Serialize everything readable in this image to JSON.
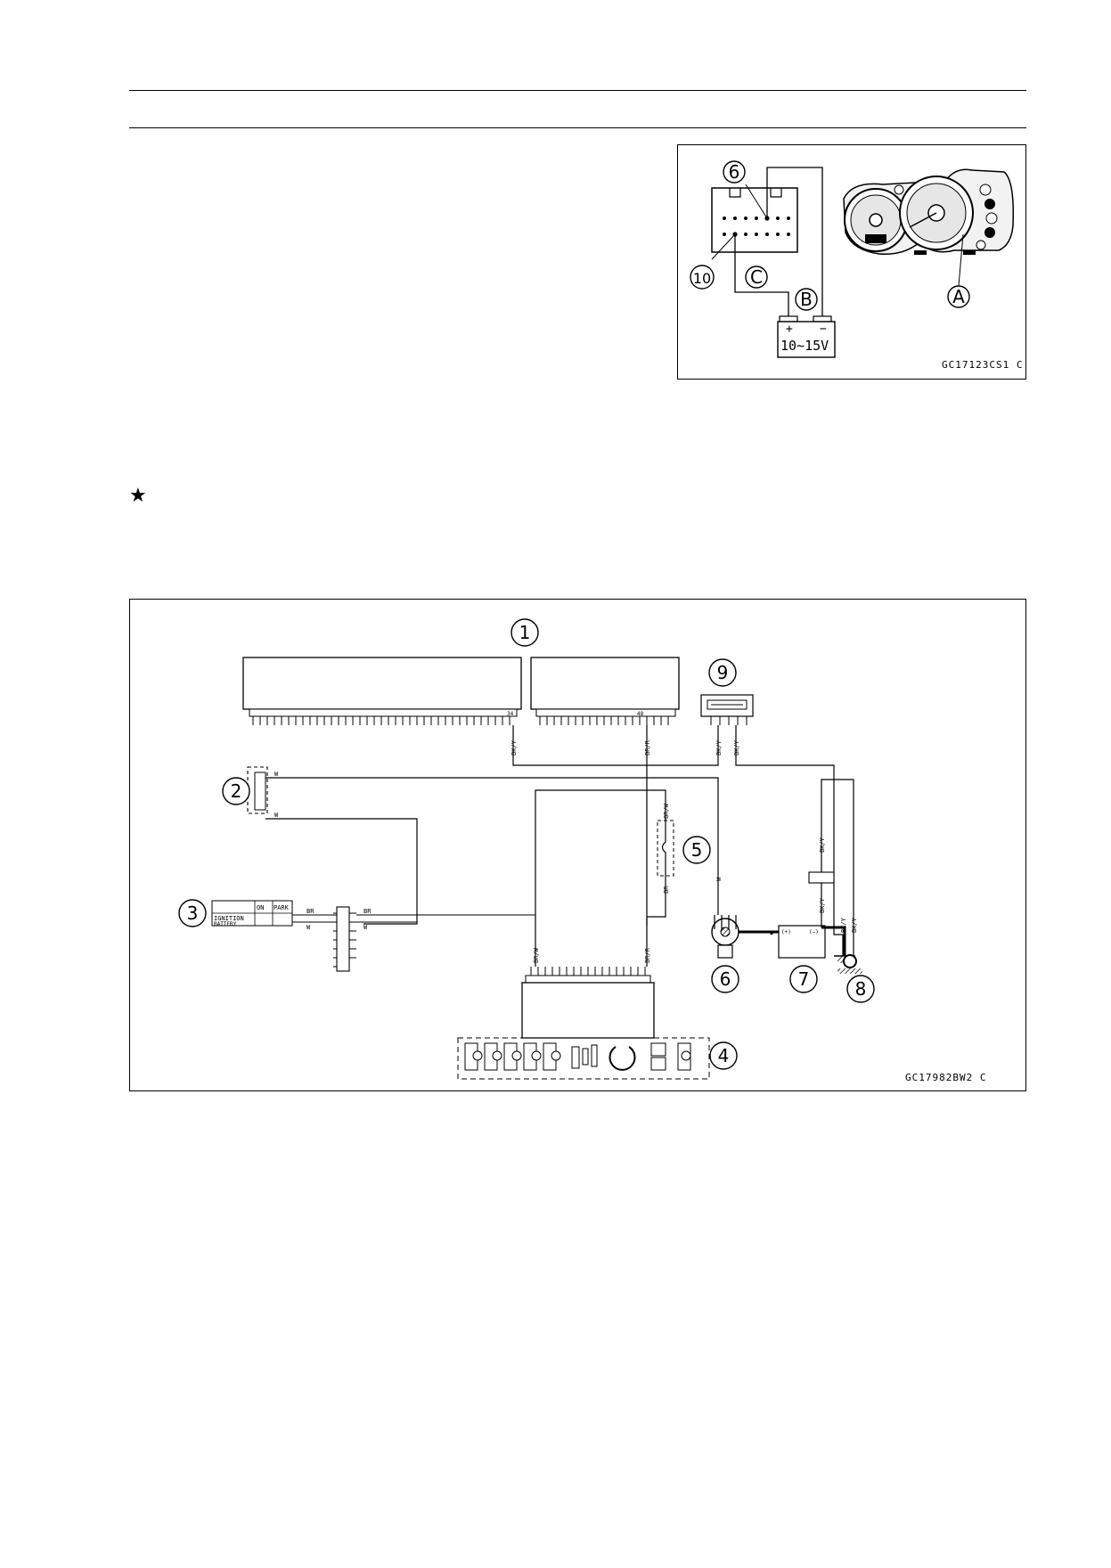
{
  "star_bullet": "★",
  "figure1": {
    "labels": {
      "pin6": "6",
      "pin10": "10",
      "A": "A",
      "B": "B",
      "C": "C"
    },
    "battery": {
      "plus": "+",
      "minus": "−",
      "voltage": "10~15V"
    },
    "code": "GC17123CS1 C"
  },
  "figure2": {
    "callouts": [
      "1",
      "2",
      "3",
      "4",
      "5",
      "6",
      "7",
      "8",
      "9"
    ],
    "pin_numbers": {
      "left": "34",
      "right": "48"
    },
    "switch": {
      "on": "ON",
      "park": "PARK",
      "ignition": "IGNITION",
      "battery": "BATTERY"
    },
    "wires": {
      "bky_1": "BK/Y",
      "br_r_1": "BR/R",
      "bky_2": "BK/Y",
      "bky_3": "BK/Y",
      "w_a": "W",
      "w_b": "W",
      "br_w_fuse": "BR/W",
      "br_fuse": "BR",
      "br_sw": "BR",
      "w_sw": "W",
      "br_sw2": "BR",
      "w_sw2": "W",
      "w_relay": "W",
      "br_w_meter": "BR/W",
      "br_r_meter": "BR/R",
      "bky_bat": "BK/Y",
      "bky_bat2": "BK/Y",
      "bky_gnd1": "BK/Y",
      "bky_gnd2": "BK/Y",
      "bat_plus": "(+)",
      "bat_minus": "(−)"
    },
    "code": "GC17982BW2 C"
  }
}
